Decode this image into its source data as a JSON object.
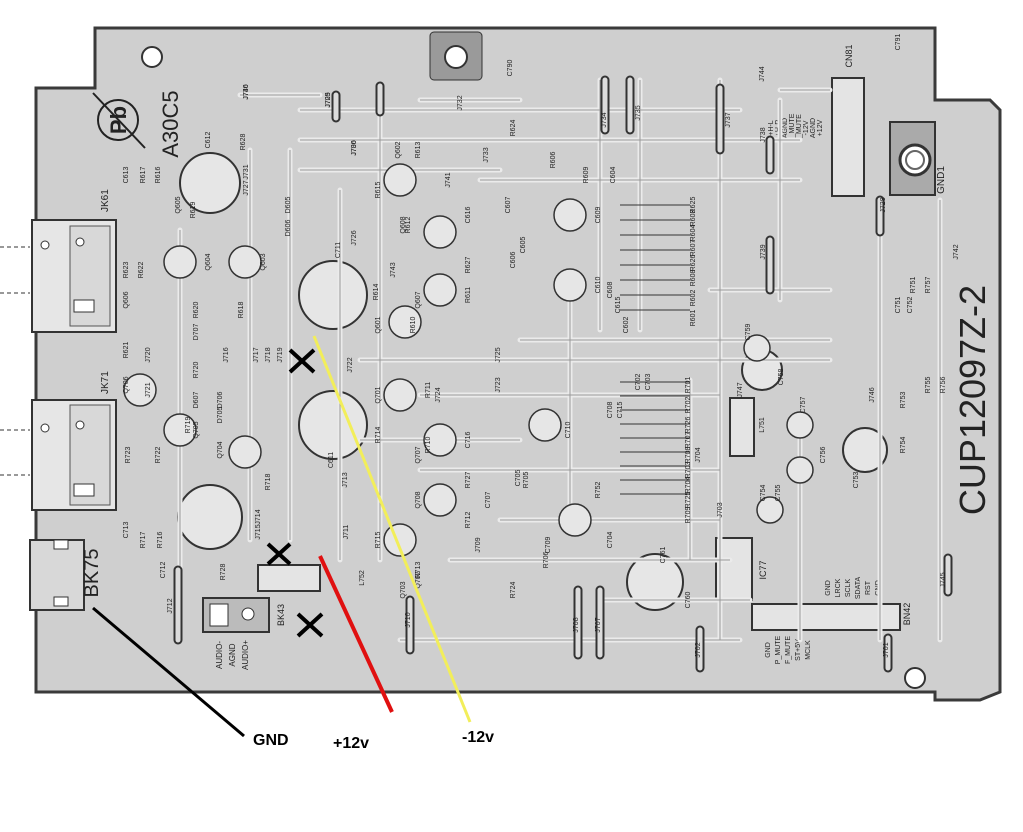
{
  "board": {
    "code": "A30C5",
    "model": "CUP12097Z-2",
    "pb_mark": "Pb",
    "gnd_connector": "GND1"
  },
  "annotations": {
    "gnd": "GND",
    "plus12": "+12v",
    "minus12": "-12v",
    "colors": {
      "gnd": "#000000",
      "plus12": "#e01010",
      "minus12": "#f2ee5a",
      "cross": "#000000"
    }
  },
  "colors": {
    "board": "#cfcfcf",
    "trace": "#e6e6e6",
    "outline": "#3a3a3a",
    "label": "#222222"
  },
  "jacks": {
    "jk61": "JK61",
    "jk71": "JK71"
  },
  "connectors": {
    "bk75": "BK75",
    "bk43": "BK43",
    "bk43_pins": [
      "AUDIO-",
      "AGND",
      "AUDIO+"
    ],
    "cn81": "CN81",
    "cn81_pins": [
      "+12V",
      "AGND",
      "-12V",
      "L_MUTE",
      "R_MUTE",
      "AGND",
      "+H-R",
      "+H-L"
    ],
    "bn42": "BN42",
    "bn42_pins": [
      "GND",
      "LRCK",
      "SCLK",
      "SDATA",
      "RST",
      "GND"
    ],
    "bn42_left_pins": [
      "GND",
      "P_MUTE",
      "F_MUTE",
      "ST+5V",
      "MCLK"
    ],
    "ic77": "IC77"
  },
  "components": {
    "jumpers": [
      "J736",
      "J729",
      "J730",
      "J731",
      "J727",
      "J732",
      "J733",
      "J734",
      "J735",
      "J737",
      "J738",
      "J744",
      "J739",
      "J728",
      "J742",
      "J741",
      "J726",
      "J743",
      "J725",
      "J722",
      "J723",
      "J724",
      "J716",
      "J717",
      "J718",
      "J719",
      "J720",
      "J721",
      "J713",
      "J714",
      "J715",
      "J712",
      "J711",
      "J710",
      "J709",
      "J708",
      "J707",
      "J704",
      "J703",
      "J702",
      "J701",
      "J745",
      "J746",
      "J747",
      "J740",
      "J705",
      "J706"
    ],
    "caps": [
      "C612",
      "C613",
      "C616",
      "C604",
      "C607",
      "C605",
      "C606",
      "C609",
      "C610",
      "C608",
      "C615",
      "C602",
      "C611",
      "C711",
      "C712",
      "C713",
      "C716",
      "C705",
      "C707",
      "C704",
      "C709",
      "C710",
      "C708",
      "C715",
      "C761",
      "C760",
      "C754",
      "C755",
      "C756",
      "C757",
      "C758",
      "C759",
      "C753",
      "C751",
      "C752",
      "C790",
      "C791",
      "C702",
      "C703"
    ],
    "resistors": [
      "R628",
      "R617",
      "R616",
      "R619",
      "R623",
      "R622",
      "R620",
      "R618",
      "R621",
      "R612",
      "R613",
      "R615",
      "R614",
      "R610",
      "R611",
      "R627",
      "R624",
      "R625",
      "R603",
      "R604",
      "R607",
      "R626",
      "R608",
      "R602",
      "R601",
      "R606",
      "R609",
      "R717",
      "R716",
      "R719",
      "R722",
      "R723",
      "R720",
      "R728",
      "R718",
      "R712",
      "R711",
      "R710",
      "R714",
      "R713",
      "R715",
      "R727",
      "R706",
      "R705",
      "R724",
      "R701",
      "R702",
      "R726",
      "R707",
      "R708",
      "R703",
      "R704",
      "R725",
      "R709",
      "R752",
      "R751",
      "R757",
      "R753",
      "R755",
      "R756",
      "R754"
    ],
    "transistors": [
      "Q605",
      "Q604",
      "Q603",
      "Q606",
      "Q602",
      "Q608",
      "Q607",
      "Q601",
      "Q706",
      "Q705",
      "Q704",
      "Q701",
      "Q707",
      "Q708",
      "Q702",
      "Q703"
    ],
    "diodes": [
      "D605",
      "D606",
      "D607",
      "D707",
      "D705",
      "D706"
    ],
    "coils": [
      "L751",
      "L752"
    ]
  }
}
